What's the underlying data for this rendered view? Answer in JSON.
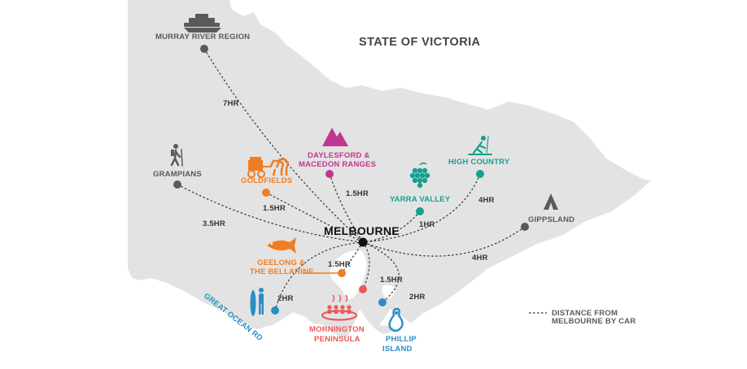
{
  "map": {
    "title": "STATE OF VICTORIA",
    "hub": "MELBOURNE",
    "legend": {
      "line1": "DISTANCE FROM",
      "line2": "MELBOURNE BY CAR"
    },
    "colors": {
      "land": "#e3e3e3",
      "grey": "#5a5a5a",
      "pink": "#c2378e",
      "teal": "#16a08f",
      "orange": "#ef7e23",
      "coral": "#ea5a5a",
      "blue": "#2a8fc4",
      "dark": "#111111"
    },
    "regions": {
      "murray": {
        "label": "MURRAY RIVER REGION",
        "time": "7HR",
        "icon": "riverboat-icon"
      },
      "grampians": {
        "label": "GRAMPIANS",
        "time": "3.5HR",
        "icon": "hiker-icon"
      },
      "goldfields": {
        "label": "GOLDFIELDS",
        "time": "1.5HR",
        "icon": "stagecoach-icon"
      },
      "daylesford": {
        "label1": "DAYLESFORD &",
        "label2": "MACEDON RANGES",
        "time": "1.5HR",
        "icon": "mountain-icon"
      },
      "yarra": {
        "label": "YARRA VALLEY",
        "time": "1HR",
        "icon": "grapes-icon"
      },
      "highcountry": {
        "label": "HIGH COUNTRY",
        "time": "4HR",
        "icon": "skier-icon"
      },
      "gippsland": {
        "label": "GIPPSLAND",
        "time": "4HR",
        "icon": "tent-icon"
      },
      "geelong": {
        "label1": "GEELONG &",
        "label2": "THE BELLARINE",
        "time": "1.5HR",
        "icon": "fish-icon"
      },
      "ocean": {
        "label": "GREAT OCEAN RD",
        "time": "2HR",
        "icon": "surfer-icon"
      },
      "mornington": {
        "label1": "MORNINGTON",
        "label2": "PENINSULA",
        "time": "1.5HR",
        "icon": "hot-springs-icon"
      },
      "phillip": {
        "label1": "PHILLIP",
        "label2": "ISLAND",
        "time": "2HR",
        "icon": "penguin-icon"
      }
    }
  }
}
